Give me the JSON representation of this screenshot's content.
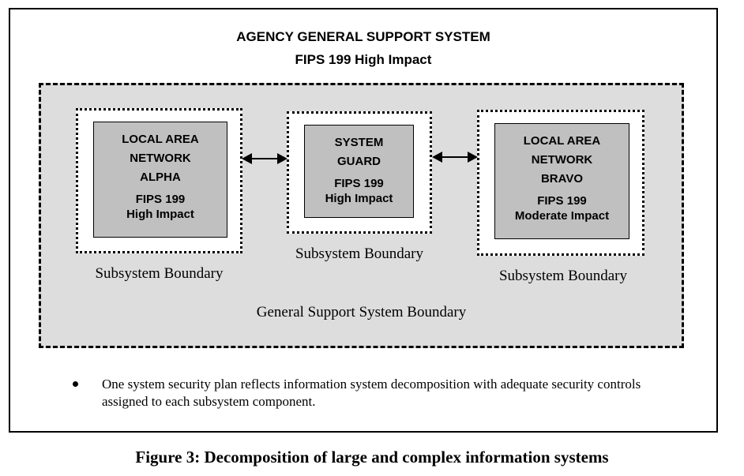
{
  "header": {
    "title": "AGENCY GENERAL SUPPORT SYSTEM",
    "subtitle": "FIPS 199 High Impact"
  },
  "components": {
    "lan_alpha": {
      "lines": [
        "LOCAL AREA",
        "NETWORK",
        "ALPHA"
      ],
      "fips": "FIPS 199",
      "impact": "High Impact"
    },
    "system_guard": {
      "lines": [
        "SYSTEM",
        "GUARD"
      ],
      "fips": "FIPS 199",
      "impact": "High Impact"
    },
    "lan_bravo": {
      "lines": [
        "LOCAL AREA",
        "NETWORK",
        "BRAVO"
      ],
      "fips": "FIPS 199",
      "impact": "Moderate Impact"
    }
  },
  "captions": {
    "subsystem_left": "Subsystem Boundary",
    "subsystem_middle": "Subsystem Boundary",
    "subsystem_right": "Subsystem Boundary",
    "gss_boundary": "General Support System Boundary"
  },
  "bullet": "One system security plan reflects information system decomposition with adequate security controls assigned to each subsystem component.",
  "figure_caption": "Figure 3:  Decomposition of large and complex information systems"
}
